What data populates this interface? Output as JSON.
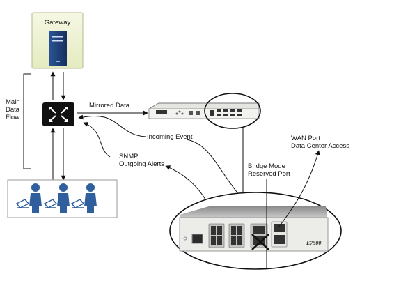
{
  "diagram": {
    "gateway_label": "Gateway",
    "main_flow_label": [
      "Main",
      "Data",
      "Flow"
    ],
    "mirrored_label": "Mirrored Data",
    "incoming_label": "Incoming Event",
    "snmp_label": [
      "SNMP",
      "Outgoing Alerts"
    ],
    "bridge_label": [
      "Bridge Mode",
      "Reserved Port"
    ],
    "wan_label": [
      "WAN Port",
      "Data Center Access"
    ],
    "device_model": "E7500"
  },
  "colors": {
    "gateway_box": "#eef3d0",
    "gateway_border": "#b8b88e",
    "server_blue": "#1e3f7a",
    "user_blue": "#2f5f9c",
    "switch_black": "#111111",
    "device_gray": "#b0b0b0",
    "device_face": "#ececea"
  }
}
